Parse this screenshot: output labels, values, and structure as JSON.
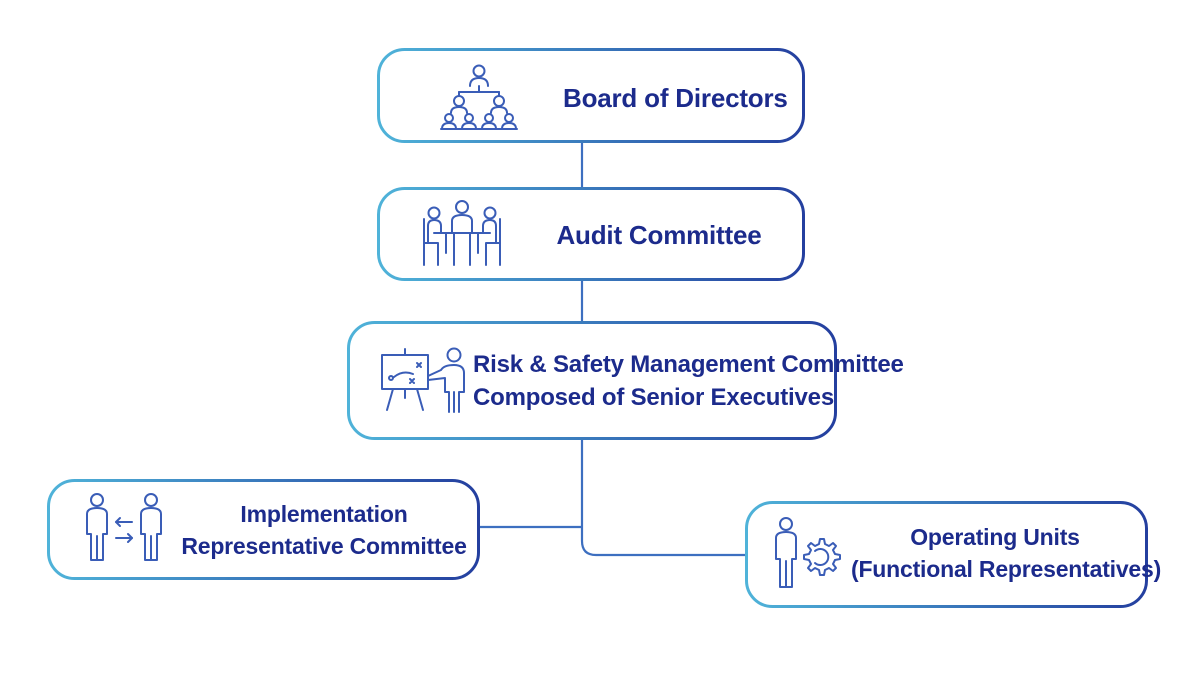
{
  "colors": {
    "border_start": "#4fb3d9",
    "border_end": "#243f9f",
    "icon": "#3a5db7",
    "text": "#1c2b8c",
    "connector": "#3d6fc0"
  },
  "nodes": {
    "board": {
      "title": "Board of Directors",
      "icon": "org-hierarchy-icon"
    },
    "audit": {
      "title": "Audit Committee",
      "icon": "meeting-table-icon"
    },
    "risk": {
      "line1": "Risk & Safety Management Committee",
      "line2": "Composed of Senior Executives",
      "icon": "presentation-board-icon"
    },
    "implementation": {
      "line1": "Implementation",
      "line2": "Representative Committee",
      "icon": "exchange-people-icon"
    },
    "operating": {
      "line1": "Operating Units",
      "line2": "(Functional Representatives)",
      "icon": "person-gear-icon"
    }
  }
}
